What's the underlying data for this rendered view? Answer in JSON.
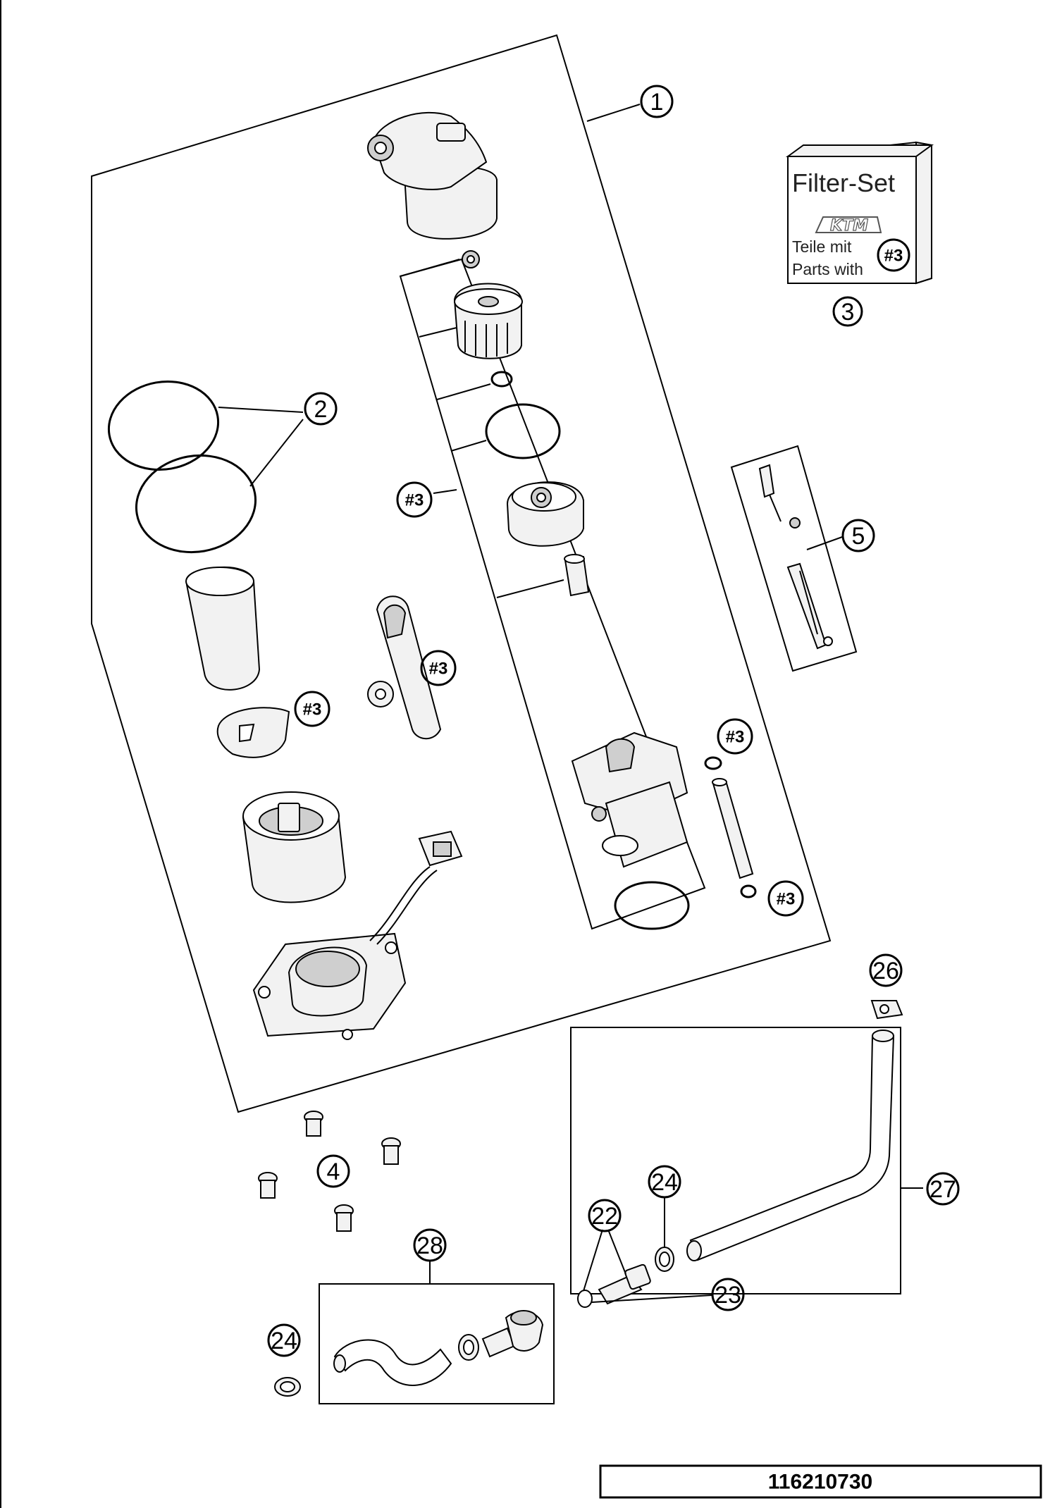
{
  "callouts": {
    "c1": "1",
    "c2": "2",
    "c3": "3",
    "c4": "4",
    "c5": "5",
    "c22": "22",
    "c23": "23",
    "c24a": "24",
    "c24b": "24",
    "c26": "26",
    "c27": "27",
    "c28": "28"
  },
  "refs": {
    "r1": "#3",
    "r2": "#3",
    "r3": "#3",
    "r4": "#3",
    "r5": "#3",
    "r6": "#3"
  },
  "filter_set": {
    "title": "Filter-Set",
    "logo": "KTM",
    "line1": "Teile mit",
    "line2": "Parts with",
    "ref": "#3"
  },
  "drawing_number": "116210730"
}
